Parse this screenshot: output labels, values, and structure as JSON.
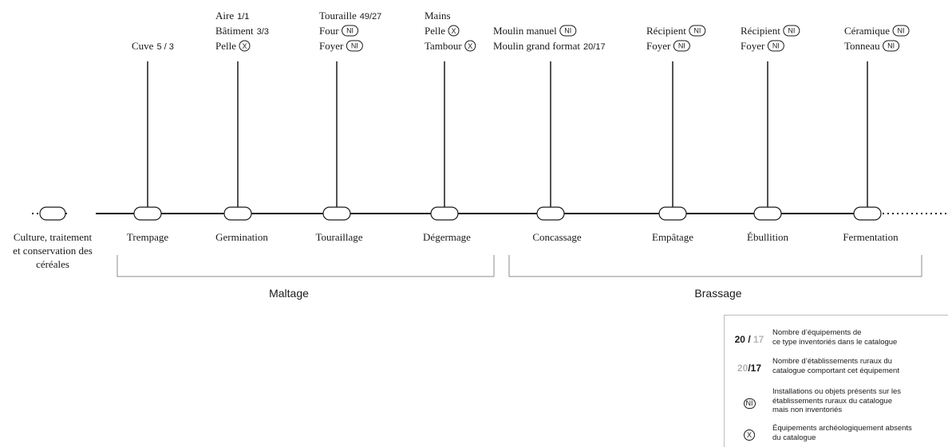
{
  "marks": {
    "ni": "NI",
    "x": "X"
  },
  "timeline": {
    "start_label": [
      "Culture, traitement",
      "et conservation des",
      "céréales"
    ],
    "steps": [
      {
        "label": "Trempage",
        "equipment": [
          {
            "name": "Cuve",
            "count": "5 / 3"
          }
        ]
      },
      {
        "label": "Germination",
        "equipment": [
          {
            "name": "Aire",
            "count": "1/1"
          },
          {
            "name": "Bâtiment",
            "count": "3/3"
          },
          {
            "name": "Pelle",
            "mark": "x"
          }
        ]
      },
      {
        "label": "Touraillage",
        "equipment": [
          {
            "name": "Touraille",
            "count": "49/27"
          },
          {
            "name": "Four",
            "mark": "ni"
          },
          {
            "name": "Foyer",
            "mark": "ni"
          }
        ]
      },
      {
        "label": "Dégermage",
        "equipment": [
          {
            "name": "Mains"
          },
          {
            "name": "Pelle",
            "mark": "x"
          },
          {
            "name": "Tambour",
            "mark": "x"
          }
        ]
      },
      {
        "label": "Concassage",
        "equipment": [
          {
            "name": "Moulin manuel",
            "mark": "ni"
          },
          {
            "name": "Moulin grand format",
            "count": "20/17"
          }
        ]
      },
      {
        "label": "Empâtage",
        "equipment": [
          {
            "name": "Récipient",
            "mark": "ni"
          },
          {
            "name": "Foyer",
            "mark": "ni"
          }
        ]
      },
      {
        "label": "Ébullition",
        "equipment": [
          {
            "name": "Récipient",
            "mark": "ni"
          },
          {
            "name": "Foyer",
            "mark": "ni"
          }
        ]
      },
      {
        "label": "Fermentation",
        "equipment": [
          {
            "name": "Céramique",
            "mark": "ni"
          },
          {
            "name": "Tonneau",
            "mark": "ni"
          }
        ]
      }
    ],
    "phases": [
      {
        "label": "Maltage"
      },
      {
        "label": "Brassage"
      }
    ]
  },
  "legend": {
    "count_equipment": {
      "symbol_main": "20",
      "symbol_sep": " / ",
      "symbol_sub": "17",
      "text": [
        "Nombre d’équipements de",
        "ce type inventoriés dans le catalogue"
      ]
    },
    "count_sites": {
      "symbol_sub": "20",
      "symbol_sep": "/",
      "symbol_main": "17",
      "text": [
        "Nombre d’établissements ruraux du",
        "catalogue comportant cet équipement"
      ]
    },
    "not_inventoried": {
      "symbol": "NI",
      "text": [
        "Installations ou objets présents sur les",
        "établissements ruraux du catalogue",
        "mais non inventoriés"
      ]
    },
    "absent": {
      "symbol": "X",
      "text": [
        "Équipements archéologiquement absents",
        "du catalogue"
      ]
    }
  },
  "colors": {
    "line": "#1a1a1a",
    "bracket": "#8c8c8c",
    "legend_gray": "#b5b5b5"
  }
}
